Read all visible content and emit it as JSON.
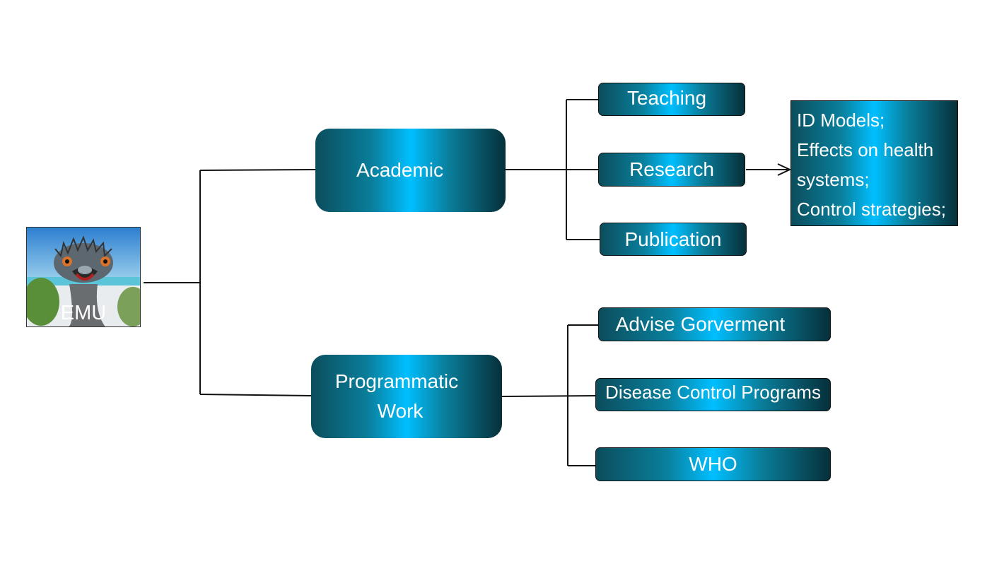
{
  "root": {
    "label": "EMU",
    "image_subject": "emu-portrait"
  },
  "branches": [
    {
      "label_lines": [
        "Academic"
      ],
      "children": [
        "Teaching",
        "Research",
        "Publication"
      ]
    },
    {
      "label_lines": [
        "Programmatic",
        "Work"
      ],
      "children": [
        "Advise Gorverment",
        "Disease Control Programs",
        "WHO"
      ]
    }
  ],
  "research_details": [
    "ID Models;",
    "Effects on health",
    "systems;",
    "Control strategies;"
  ],
  "colors": {
    "node_dark": "#06303a",
    "node_mid": "#0a7f9c",
    "node_light": "#00bfff",
    "line": "#111111",
    "text": "#ffffff"
  }
}
